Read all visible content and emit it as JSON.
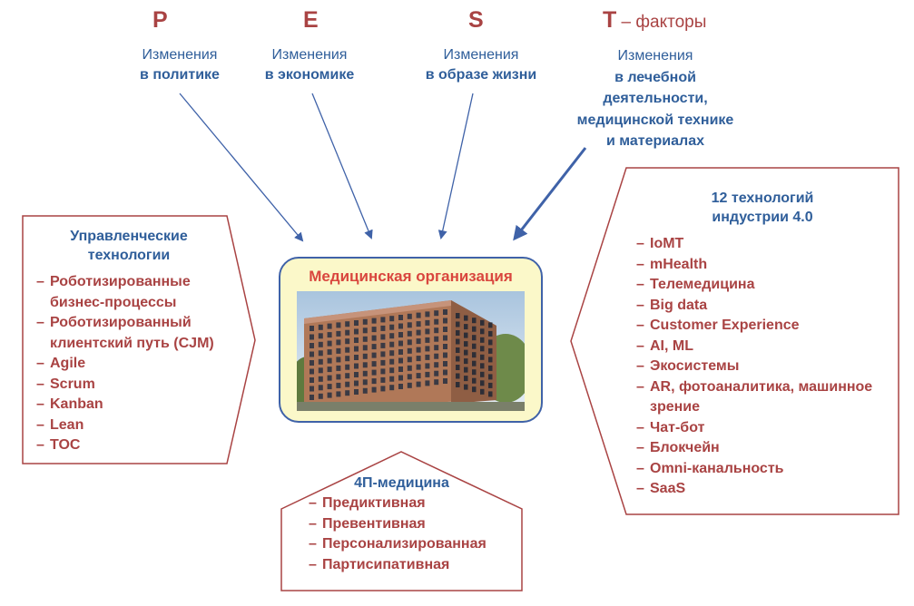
{
  "pest": {
    "p": {
      "letter": "P",
      "line1": "Изменения",
      "line2": "в политике"
    },
    "e": {
      "letter": "E",
      "line1": "Изменения",
      "line2": "в экономике"
    },
    "s": {
      "letter": "S",
      "line1": "Изменения",
      "line2": "в образе жизни"
    },
    "t": {
      "letter": "T",
      "suffix": " – факторы",
      "line1": "Изменения",
      "line2": "в лечебной",
      "line3": "деятельности,",
      "line4": "медицинской технике",
      "line5": "и материалах"
    }
  },
  "center": {
    "title": "Медицинская организация"
  },
  "left_block": {
    "title_line1": "Управленческие",
    "title_line2": "технологии",
    "items": [
      "Роботизированные",
      "бизнес-процессы",
      "Роботизированный",
      "клиентский путь (CJM)",
      "Agile",
      "Scrum",
      "Kanban",
      "Lean",
      "TOC"
    ]
  },
  "right_block": {
    "title_line1": "12 технологий",
    "title_line2": "индустрии 4.0",
    "items": [
      "IoMT",
      "mHealth",
      "Телемедицина",
      "Big data",
      "Customer Experience",
      "AI, ML",
      "Экосистемы",
      "AR, фотоаналитика, машинное",
      "зрение",
      "Чат-бот",
      "Блокчейн",
      "Omni-канальность",
      "SaaS"
    ]
  },
  "bottom_block": {
    "title": "4П-медицина",
    "items": [
      "Предиктивная",
      "Превентивная",
      "Персонализированная",
      "Партисипативная"
    ]
  },
  "colors": {
    "red": "#a94343",
    "blue": "#2f5e9a",
    "center_fill": "#fbf8c9",
    "center_border": "#3f62a8"
  }
}
